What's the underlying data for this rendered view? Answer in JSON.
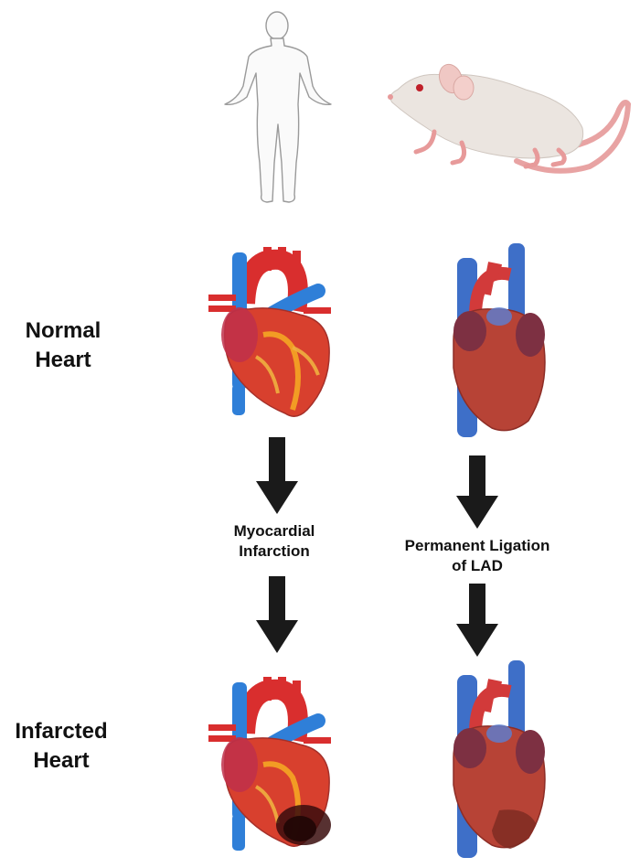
{
  "row_labels": {
    "normal": {
      "line1": "Normal",
      "line2": "Heart"
    },
    "infarcted": {
      "line1": "Infarcted",
      "line2": "Heart"
    }
  },
  "steps": {
    "human": {
      "line1": "Myocardial",
      "line2": "Infarction"
    },
    "mouse": {
      "line1": "Permanent Ligation",
      "line2": "of LAD"
    }
  },
  "colors": {
    "arrow": "#1a1a1a",
    "heart_red": "#d8402e",
    "heart_dark": "#9a2a24",
    "vessel_blue": "#2f7fd8",
    "vessel_red": "#d92e2e",
    "mouse_body": "#ece6e1",
    "mouse_pink": "#e9a3a3",
    "infarct": "#3a0d0d"
  },
  "icons": [
    "human-figure-icon",
    "mouse-icon",
    "human-heart-icon",
    "mouse-heart-icon",
    "down-arrow-icon"
  ]
}
